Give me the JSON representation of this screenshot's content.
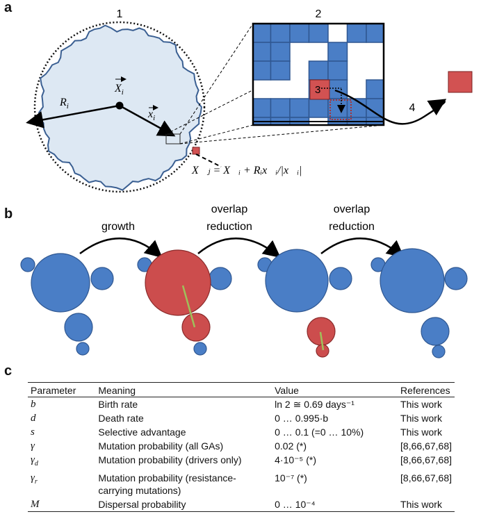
{
  "panels": {
    "a": "a",
    "b": "b",
    "c": "c"
  },
  "panel_a": {
    "step_labels": [
      "1",
      "2",
      "3",
      "4"
    ],
    "radius_label": "R",
    "radius_sub": "i",
    "center_label": "X",
    "center_sub": "i",
    "offset_label": "x",
    "offset_sub": "i",
    "formula": "X⃗ⱼ = X⃗ᵢ + Rᵢx⃗ᵢ/|x⃗ᵢ|",
    "colors": {
      "cell_blue": "#4a7ec6",
      "tumor_fill": "#dde8f3",
      "outline": "#3a5f92",
      "dispersed": "#d25252"
    }
  },
  "panel_b": {
    "stage_labels": [
      "growth",
      "overlap\nreduction",
      "overlap\nreduction"
    ],
    "colors": {
      "blue": "#4a7ec6",
      "red": "#cc4d4d",
      "green_line": "#9fc05a"
    }
  },
  "table": {
    "headers": [
      "Parameter",
      "Meaning",
      "Value",
      "References"
    ],
    "rows": [
      {
        "param": "b",
        "sub": "",
        "meaning": "Birth rate",
        "value": "ln 2 ≅ 0.69 days⁻¹",
        "ref": "This work"
      },
      {
        "param": "d",
        "sub": "",
        "meaning": "Death rate",
        "value": "0 … 0.995·b",
        "ref": "This work"
      },
      {
        "param": "s",
        "sub": "",
        "meaning": "Selective advantage",
        "value": "0 … 0.1 (=0 … 10%)",
        "ref": "This work"
      },
      {
        "param": "γ",
        "sub": "",
        "meaning": "Mutation probability (all GAs)",
        "value": "0.02 (*)",
        "ref": "[8,66,67,68]"
      },
      {
        "param": "γ",
        "sub": "d",
        "meaning": "Mutation probability (drivers only)",
        "value": "4·10⁻⁵ (*)",
        "ref": "[8,66,67,68]"
      },
      {
        "param": "γ",
        "sub": "r",
        "meaning": "Mutation probability (resistance-carrying mutations)",
        "value": "10⁻⁷ (*)",
        "ref": "[8,66,67,68]"
      },
      {
        "param": "M",
        "sub": "",
        "meaning": "Dispersal probability",
        "value": "0 … 10⁻⁴",
        "ref": "This work"
      }
    ]
  }
}
